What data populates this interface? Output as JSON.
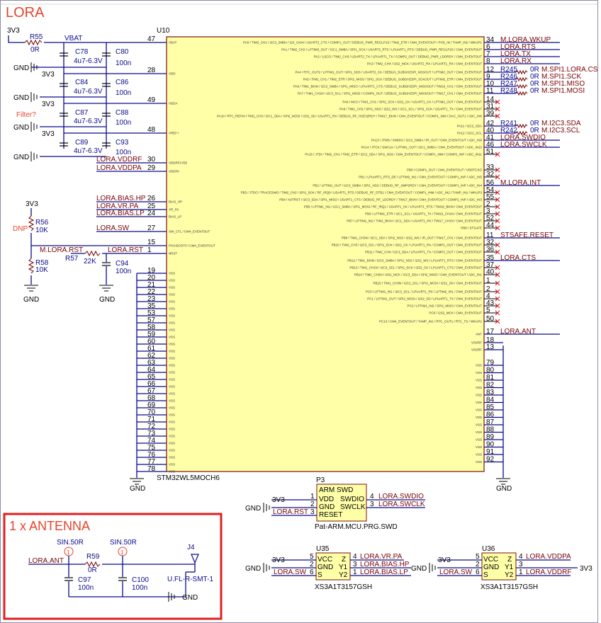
{
  "sheet": {
    "title": "LORA",
    "bg_color": "#ffffff",
    "accent_color": "#e8432a",
    "ic_fill": "#ffffa8",
    "wire_color": "#0a0a8c",
    "net_color": "#7a0000"
  },
  "left_nets": {
    "v3v3_top": "3V3",
    "vbat": "VBAT",
    "r55": "R55",
    "r55_val": "0R",
    "gnd": "GND",
    "v3v3": "3V3",
    "filter": "Filter?",
    "dnp": "DNP",
    "vddrf": "LORA.VDDRF",
    "vddpa": "LORA.VDDPA",
    "bias_hp": "LORA.BIAS.HP",
    "vr_pa": "LORA.VR.PA",
    "bias_lp": "LORA.BIAS.LP",
    "sw": "LORA.SW",
    "m_rst": "M.LORA.RST",
    "rst": "LORA.RST"
  },
  "caps": [
    {
      "ref": "C78",
      "val": "4u7-6.3V"
    },
    {
      "ref": "C80",
      "val": "100n"
    },
    {
      "ref": "C84",
      "val": "4u7-6.3V"
    },
    {
      "ref": "C86",
      "val": "100n"
    },
    {
      "ref": "C87",
      "val": "4u7-6.3V"
    },
    {
      "ref": "C88",
      "val": "100n"
    },
    {
      "ref": "C89",
      "val": "4u7-6.3V"
    },
    {
      "ref": "C93",
      "val": "100n"
    },
    {
      "ref": "C94",
      "val": "100n"
    }
  ],
  "resistors_left": [
    {
      "ref": "R56",
      "val": "10K"
    },
    {
      "ref": "R58",
      "val": "10K"
    },
    {
      "ref": "R57",
      "val": "22K"
    }
  ],
  "u10": {
    "ref": "U10",
    "part": "STM32WL5MOCH6",
    "left_pins": [
      {
        "num": "47",
        "name": "VBAT"
      },
      {
        "num": "28",
        "name": "VDD"
      },
      {
        "num": "49",
        "name": "VDDA"
      },
      {
        "num": "48",
        "name": "VREF+"
      },
      {
        "num": "30",
        "name": "VDDRF1V55"
      },
      {
        "num": "29",
        "name": "VDDPA"
      },
      {
        "num": "26",
        "name": "BIAS_HP"
      },
      {
        "num": "25",
        "name": "VR_PA"
      },
      {
        "num": "24",
        "name": "BIAS_LP"
      },
      {
        "num": "27",
        "name": "SW_CTL / CM4_EVENTOUT"
      },
      {
        "num": "15",
        "name": "PH3-BOOT0 / CM4_EVENTOUT"
      },
      {
        "num": "1",
        "name": "NRST"
      }
    ],
    "vss_left": [
      "19",
      "20",
      "21",
      "22",
      "23",
      "35",
      "53",
      "57",
      "58",
      "59",
      "60",
      "61",
      "62",
      "63",
      "64",
      "65",
      "66",
      "67",
      "68",
      "69",
      "70",
      "71",
      "72",
      "73",
      "74",
      "75",
      "76",
      "77",
      "78"
    ],
    "vss_left_name": "VSS",
    "right_pins": [
      {
        "num": "34",
        "name": "PA0 / TIM2_CH1 / I2C3_SMBA / I2S_CKIN / USART2_CTS / COMP1_OUT / DEBUG_PWR_REGLP1S / TIM2_ETR / CM4_EVENTOUT / PVD_IN / TAMP_IN2 / WKUP1",
        "net": "M.LORA.WKUP"
      },
      {
        "num": "6",
        "name": "PA1 / TIM2_CH2 / LPTIM3_OUT / I2C1_SMBA / SPI1_SCK / USART2_RTS / LPUART1_RTS / DEBUG_PWR_REGLP2S / CM4_EVENTOUT",
        "net": "LORA.RTS"
      },
      {
        "num": "7",
        "name": "PA2 / LSCO / TIM2_CH3 / USART2_TX / LPUART1_TX / COMP2_OUT / DEBUG_PWR_LDORDY / CM4_EVENTOUT",
        "net": "LORA.TX"
      },
      {
        "num": "8",
        "name": "PA3 / TIM2_CH4 / I2S2_MCK / USART2_RX / LPUART1_RX / CM4_EVENTOUT",
        "net": "LORA.RX"
      },
      {
        "num": "12",
        "name": "PA4 / RTC_OUT2 / LPTIM1_OUT / SPI1_NSS / USART2_CK / DEBUG_SUBGHZSPI_NSSOUT / LPTIM2_OUT / CM4_EVENTOUT",
        "net": "M.SPI1.LORA.CS",
        "res": "R245"
      },
      {
        "num": "9",
        "name": "PA5 / TIM2_CH1 / TIM2_ETR / SPI2_MISO / SPI1_SCK / DEBUG_SUBGHZSPI_SCKOUT / LPTIM2_ETR / CM4_EVENTOUT",
        "net": "M.SPI1.SCK",
        "res": "R246"
      },
      {
        "num": "10",
        "name": "PA6 / TIM1_BKIN / I2C2_SMBA / SPI1_MISO / LPUART1_CTS / DEBUG_SUBGHZSPI_MISOOUT / TIM16_CH1 / CM4_EVENTOUT",
        "net": "M.SPI1.MISO",
        "res": "R247"
      },
      {
        "num": "11",
        "name": "PA7 / TIM1_CH1N / I2C3_SCL / SPI1_MOSI / COMP2_OUT / DEBUG_SUBGHZSPI_MOSIOUT / TIM17_CH1 / CM4_EVENTOUT",
        "net": "M.SPI1.MOSI",
        "res": "R248"
      },
      {
        "num": "14",
        "name": "PA8 / MCO / TIM1_CH1 / SPI2_SCK / I2S2_CK / USART1_CK / LPTIM2_OUT / CM4_EVENTOUT",
        "net": ""
      },
      {
        "num": "31",
        "name": "PA9 / TIM1_CH2 / SPI2_NSS / I2S2_WS / I2C1_SCL / SPI2_SCK / USART1_TX / CM4_EVENTOUT",
        "net": ""
      },
      {
        "num": "39",
        "name": "PA10 / RTC_REFIN / TIM1_CH3 / I2C1_SDA / SPI2_MOSI / I2S2_SD / USART1_RX / DEBUG_RF_HSE32RDY / TIM17_BKIN / CM4_EVENTOUT / COMP1_INM / DAC_OUT1 / ADC_IN6",
        "net": ""
      },
      {
        "num": "42",
        "name": "PA11 / I2C2_SDA",
        "net": "M.I2C3.SDA",
        "res": "R241"
      },
      {
        "num": "40",
        "name": "PA12 / I2C2_SCL",
        "net": "M.I2C3.SCL",
        "res": "R242"
      },
      {
        "num": "41",
        "name": "PA13 / JTMS / SWDIO / I2C2_SMBA / IR_OUT / CM4_EVENTOUT / ADC_IN9",
        "net": "LORA.SWDIO"
      },
      {
        "num": "46",
        "name": "PA14 / JTCK / SWCLK / LPTIM1_OUT / I2C1_SMBA / CM4_EVENTOUT / ADC_IN10",
        "net": "LORA.SWCLK"
      },
      {
        "num": "51",
        "name": "PA15 / JTDI / TIM2_CH1 / TIM2_ETR / I2C2_SDA / SPI1_NSS / CM4_EVENTOUT / COMP1_INM / COMP2_INP / ADC_IN11",
        "net": ""
      },
      {
        "num": "33",
        "name": "PB0 / COMP1_OUT / CM4_EVENTOUT / VDDTCXO",
        "net": ""
      },
      {
        "num": "32",
        "name": "PB1 / LPUART1_RTS_DE / LPTIM2_IN1 / CM4_EVENTOUT / COMP1_INP / ADC_IN5",
        "net": ""
      },
      {
        "num": "56",
        "name": "PB2 / LPTIM1_OUT / I2C3_SMBA / SPI1_NSS / DEBUG_RF_SMPSRDY / CM4_EVENTOUT / COMP1_INP / ADC_IN4",
        "net": "M.LORA.INT"
      },
      {
        "num": "54",
        "name": "PB3 / JTDO / TRACESWO / TIM2_CH2 / SPI1_SCK / RF_IRQ0 / USART1_RTS / DEBUG_RF_DTB1 / CM4_EVENTOUT / COMP1_INM / ADC_IN2 / TAMP_IN1 / WKUP3",
        "net": ""
      },
      {
        "num": "55",
        "name": "PB4 / NJTRST / I2C3_SDA / SPI1_MISO / USART1_CTS / DEBUG_RF_LDORDY / TIM17_BKIN / CM4_EVENTOUT / COMP2_INP / ADC_IN3",
        "net": ""
      },
      {
        "num": "2",
        "name": "PB5 / LPTIM1_IN1 / I2C1_SMBA / SPI1_MOSI / RF_IRQ1 / USART1_CK / LPUART1_RTS / TIM16_BKIN / CM4_EVENTOUT",
        "net": ""
      },
      {
        "num": "3",
        "name": "PB6 / LPTIM1_ETR / I2C1_SCL / USART1_TX / TIM16_CH1N / CM4_EVENTOUT",
        "net": ""
      },
      {
        "num": "52",
        "name": "PB7 / LPTIM1_IN2 / TIM1_BKIN / I2C1_SDA / USART1_RX / TIM17_CH1N / CM4_EVENTOUT",
        "net": ""
      },
      {
        "num": "44",
        "name": "PB8 / STSAFE",
        "net": ""
      },
      {
        "num": "11",
        "name": "PB9 / TIM1_CH3N / I2C1_SDA / SPI2_NSS / I2S2_WS / IR_OUT / TIM17_CH1 / CM4_EVENTOUT",
        "net": "STSAFE.RESET"
      },
      {
        "num": "32",
        "name": "PB10 / TIM2_CH3 / I2C3_SCL / SPI2_SCK / I2S2_CK / LPUART1_RX / COMP1_OUT / CM4_EVENTOUT",
        "net": ""
      },
      {
        "num": "36",
        "name": "PB11 / TIM2_CH4 / I2C3_SDA / LPUART1_TX / COMP2_OUT / CM4_EVENTOUT",
        "net": ""
      },
      {
        "num": "35",
        "name": "PB12 / TIM1_BKIN / I2C3_SMBA / SPI2_NSS / I2S2_WS / LPUART1_RTS / CM4_EVENTOUT",
        "net": "LORA.CTS"
      },
      {
        "num": "37",
        "name": "PB13 / TIM1_CH1N / I2C3_SCL / SPI2_SCK / I2S2_CK / LPUART1_CTS / CM4_EVENTOUT",
        "net": ""
      },
      {
        "num": "40",
        "name": "PB14 / TIM1_CH2N / I2S2_MCK / I2C3_SDA / SPI2_MISO / CM4_EVENTOUT / ADC_IN1",
        "net": ""
      },
      {
        "num": "1",
        "name": "PB15 / TIM1_CH3N / I2C2_SCL / SPI2_MOSI / I2S2_SD / CM4_EVENTOUT",
        "net": ""
      },
      {
        "num": "2",
        "name": "PC0 / LPTIM1_IN1 / I2C3_SCL / LPUART1_RX / LPTIM2_IN1 / CM4_EVENTOUT",
        "net": ""
      },
      {
        "num": "4",
        "name": "PC1 / LPTIM1_OUT / SPI2_MOSI / I2S2_SD / LPUART1_TX / CM4_EVENTOUT",
        "net": ""
      },
      {
        "num": "43",
        "name": "PC2 / LPTIM1_IN2 / SPI2_MISO / CM4_EVENTOUT",
        "net": ""
      },
      {
        "num": "5",
        "name": "PC6 / I2S2_MCK / CM4_EVENTOUT",
        "net": ""
      },
      {
        "num": "50",
        "name": "PC13 / CM4_EVENTOUT / TAMP_IN1 / RTC_OUT1 / RTC_TS / WKUP2",
        "net": ""
      },
      {
        "num": "17",
        "name": "ANT",
        "net": "LORA.ANT"
      },
      {
        "num": "18",
        "name": "VSSRF",
        "net": ""
      },
      {
        "num": "13",
        "name": "VSSRF",
        "net": ""
      }
    ],
    "vss_right": [
      "79",
      "80",
      "81",
      "82",
      "83",
      "84",
      "85",
      "86",
      "87",
      "88",
      "89",
      "90",
      "91",
      "92"
    ],
    "vss_right_name": "VSS",
    "res_val": "0R"
  },
  "p3": {
    "ref": "P3",
    "title": "ARM SWD",
    "part": "Pat-ARM.MCU.PRG.SWD",
    "pins_left": [
      {
        "num": "1",
        "name": "VDD",
        "net": "3V3"
      },
      {
        "num": "2",
        "name": "GND",
        "net": "GND"
      },
      {
        "num": "3",
        "name": "RESET",
        "net": "LORA.RST"
      }
    ],
    "pins_right": [
      {
        "num": "4",
        "name": "SWDIO",
        "net": "LORA.SWDIO"
      },
      {
        "num": "3",
        "name": "SWCLK",
        "net": "LORA.SWCLK"
      }
    ]
  },
  "antenna": {
    "title": "1 x ANTENNA",
    "net": "LORA.ANT",
    "sin1": "SIN.50R",
    "sin2": "SIN.50R",
    "r59": "R59",
    "r59_val": "0R",
    "c97": "C97",
    "c97_val": "100n",
    "c100": "C100",
    "c100_val": "100n",
    "j4": "J4",
    "j4_part": "U.FL-R-SMT-1",
    "gnd": "GND",
    "marker1": "1",
    "marker2": "1"
  },
  "u35": {
    "ref": "U35",
    "part": "XS3A1T3157GSH",
    "vcc": "VCC",
    "gnd": "GND",
    "s": "S",
    "z": "Z",
    "y1": "Y1",
    "y2": "Y2",
    "n_vcc": "5",
    "n_gnd": "2",
    "n_s": "6",
    "n_z": "4",
    "n_y1": "3",
    "n_y2": "1",
    "net_vcc": "3V3",
    "net_gnd": "GND",
    "net_s": "LORA.SW",
    "net_z": "LORA.VR.PA",
    "net_y1": "LORA.BIAS.HP",
    "net_y2": "LORA.BIAS.LP"
  },
  "u36": {
    "ref": "U36",
    "part": "XS3A1T3157GSH",
    "vcc": "VCC",
    "gnd": "GND",
    "s": "S",
    "z": "Z",
    "y1": "Y1",
    "y2": "Y2",
    "n_vcc": "5",
    "n_gnd": "2",
    "n_s": "6",
    "n_z": "4",
    "n_y1": "3",
    "n_y2": "1",
    "net_vcc": "3V3",
    "net_gnd": "GND",
    "net_s": "LORA.SW",
    "net_z": "LORA.VDDPA",
    "net_y1": "3V3",
    "net_y2": "LORA.VDDRF"
  }
}
